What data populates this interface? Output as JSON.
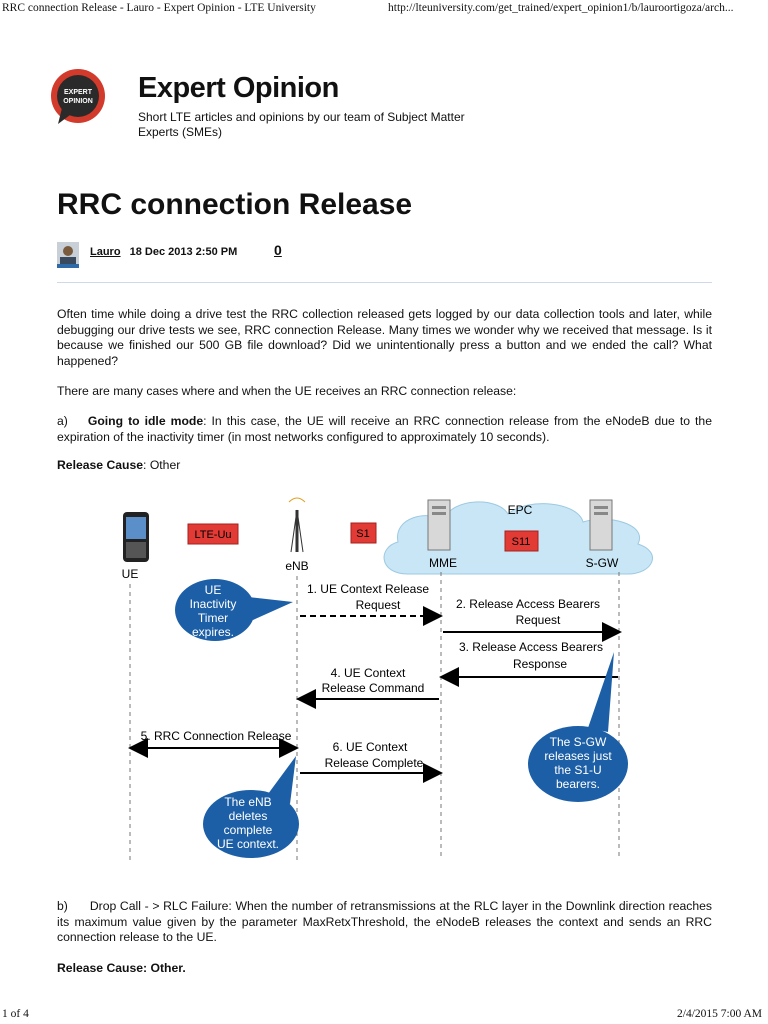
{
  "header": {
    "page_title": "RRC connection Release - Lauro - Expert Opinion - LTE University",
    "url": "http://lteuniversity.com/get_trained/expert_opinion1/b/lauroortigoza/arch..."
  },
  "section": {
    "logo_text": [
      "EXPERT",
      "OPINION"
    ],
    "title": "Expert Opinion",
    "subtitle": "Short LTE articles and opinions by our team of Subject Matter Experts (SMEs)"
  },
  "article": {
    "title": "RRC connection Release",
    "author": "Lauro",
    "date": "18 Dec 2013 2:50 PM",
    "comment_count": "0",
    "intro": "Often time while doing a drive test the RRC collection released gets logged by our data collection tools and later, while debugging our drive tests we see, RRC connection Release. Many times we wonder why we received that message. Is it because we finished our 500 GB file download? Did we unintentionally press a button and we ended the call? What happened?",
    "cases_intro": "There are many cases where and when the UE receives an RRC connection release:",
    "case_a": {
      "marker": "a)",
      "heading": "Going to idle mode",
      "text": ": In this case, the UE will receive an RRC connection release from the eNodeB due to the expiration of the inactivity timer (in most networks configured to approximately 10 seconds)."
    },
    "cause_a": {
      "label": "Release Cause",
      "value": ": Other"
    },
    "case_b": {
      "marker": "b)",
      "text": "Drop Call - > RLC Failure: When the number of retransmissions at the RLC layer in the Downlink direction reaches its maximum value given by the parameter MaxRetxThreshold, the eNodeB releases the context and sends an RRC connection release to the UE."
    },
    "cause_b": {
      "label": "Release Cause: Other."
    }
  },
  "diagram": {
    "nodes": {
      "ue": "UE",
      "enb": "eNB",
      "mme": "MME",
      "sgw": "S-GW",
      "epc": "EPC"
    },
    "interfaces": {
      "lte_uu": "LTE-Uu",
      "s1": "S1",
      "s11": "S11"
    },
    "messages": {
      "m1a": "1. UE Context Release",
      "m1b": "Request",
      "m2a": "2. Release Access Bearers",
      "m2b": "Request",
      "m3a": "3. Release Access Bearers",
      "m3b": "Response",
      "m4a": "4. UE Context",
      "m4b": "Release Command",
      "m5": "5. RRC Connection Release",
      "m6a": "6. UE Context",
      "m6b": "Release Complete"
    },
    "bubbles": {
      "ue": [
        "UE",
        "Inactivity",
        "Timer",
        "expires."
      ],
      "enb": [
        "The eNB",
        "deletes",
        "complete",
        "UE context."
      ],
      "sgw": [
        "The S-GW",
        "releases just",
        "the S1-U",
        "bearers."
      ]
    },
    "colors": {
      "bubble": "#1d5fa6",
      "tag_fill": "#e23b36",
      "arrow": "#000000",
      "cloud": "#c8e6f5"
    }
  },
  "footer": {
    "page": "1 of 4",
    "timestamp": "2/4/2015 7:00 AM"
  }
}
